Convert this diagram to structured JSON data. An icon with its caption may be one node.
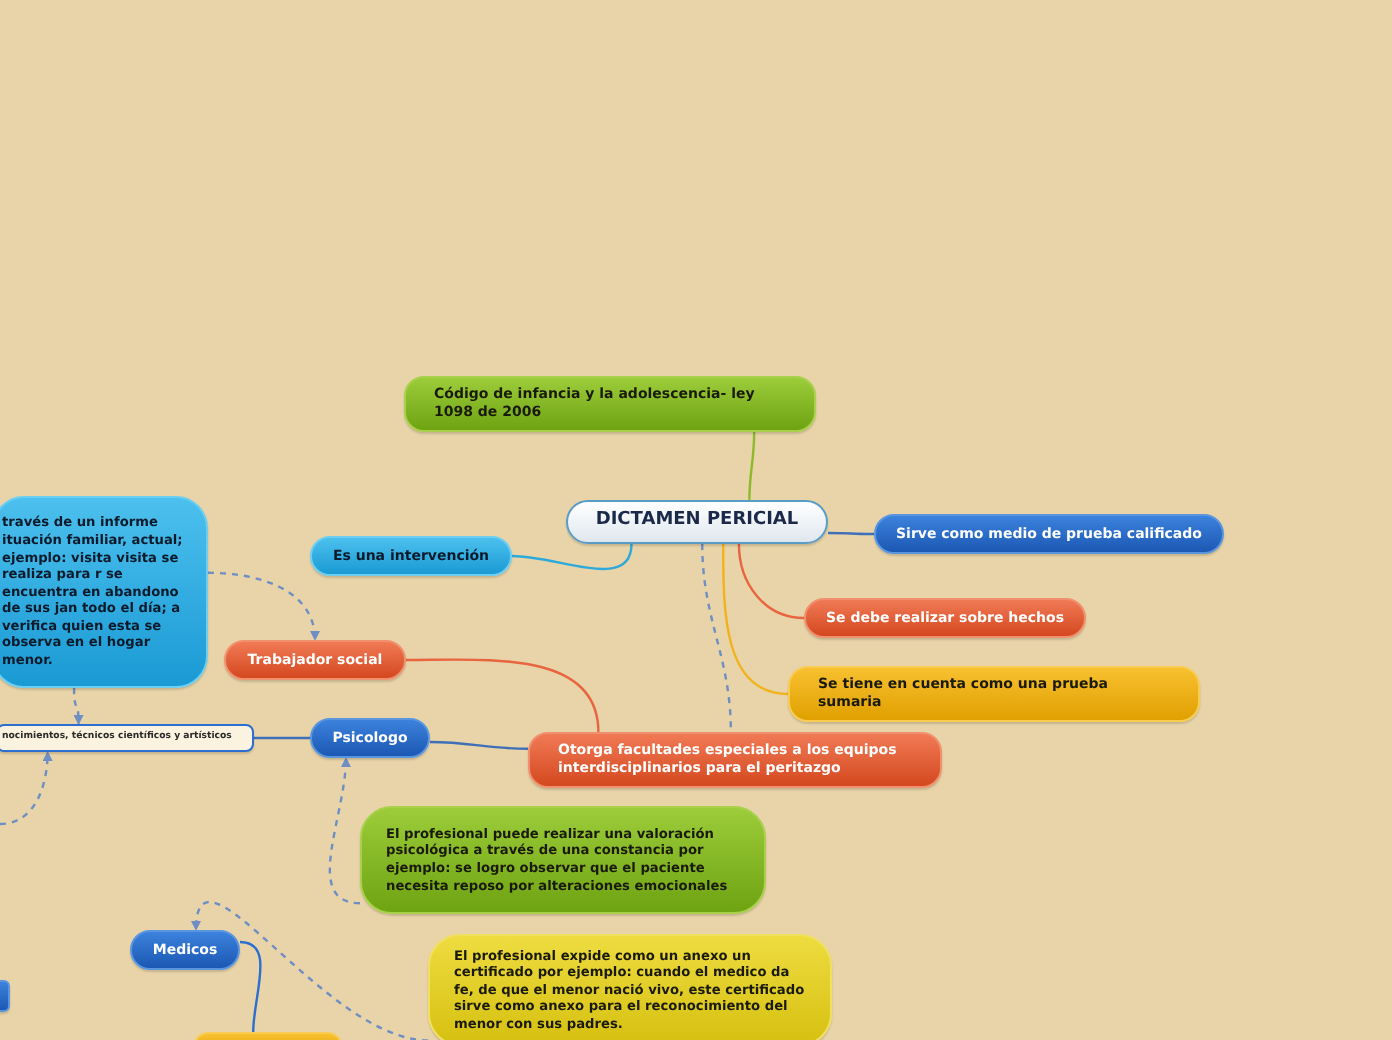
{
  "diagram": {
    "nodes": [
      {
        "text": [
          "DICTAMEN PERICIAL"
        ]
      },
      {
        "text": [
          "Código de infancia y la adolescencia- ley 1098 de 2006"
        ]
      },
      {
        "text": [
          "Sirve como medio de prueba calificado"
        ]
      },
      {
        "text": [
          "Se debe realizar sobre hechos"
        ]
      },
      {
        "text": [
          "Se tiene en cuenta como una prueba sumaria"
        ]
      },
      {
        "text": [
          "Otorga facultades especiales a los equipos interdisciplinarios para el peritazgo"
        ]
      },
      {
        "text": [
          "Es una intervención"
        ]
      },
      {
        "text": [
          "Trabajador social"
        ]
      },
      {
        "text": [
          "Psicologo"
        ]
      },
      {
        "text": [
          "través de un informe ituación familiar, actual; ejemplo: visita visita se realiza para r se encuentra en abandono de sus jan todo el día; a verifica quien esta se observa en el hogar menor."
        ]
      },
      {
        "text": [
          "nocimientos, técnicos científicos y artísticos"
        ]
      },
      {
        "text": [
          "El profesional puede realizar una valoración psicológica a través de una constancia por ejemplo: se logro observar que el paciente necesita reposo por alteraciones emocionales"
        ]
      },
      {
        "text": [
          "Medicos"
        ]
      },
      {
        "text": [
          "El profesional expide como un anexo un certificado por ejemplo: cuando el medico da fe, de que el menor nació vivo, este certificado sirve como anexo para el reconocimiento del menor con sus padres."
        ]
      },
      {
        "text": [],
        "shape": "box"
      },
      {
        "text": [],
        "shape": "box"
      }
    ],
    "edges": [
      {
        "from": 0,
        "to": 1,
        "arrow": "none",
        "color": "#8cba2a"
      },
      {
        "from": 0,
        "to": 2,
        "arrow": "none",
        "color": "#3f6fb8"
      },
      {
        "from": 0,
        "to": 3,
        "arrow": "none",
        "color": "#e8653f"
      },
      {
        "from": 0,
        "to": 4,
        "arrow": "none",
        "color": "#f2b21e"
      },
      {
        "from": 0,
        "to": 6,
        "arrow": "none",
        "color": "#2ea9dc"
      },
      {
        "from": 0,
        "to": 5,
        "arrow": "none",
        "style": "dashed"
      },
      {
        "from": 5,
        "to": 7,
        "arrow": "none",
        "color": "#e8653f"
      },
      {
        "from": 5,
        "to": 8,
        "arrow": "none",
        "color": "#3f6fb8"
      },
      {
        "from": 9,
        "to": 7,
        "arrow": "to",
        "style": "dashed"
      },
      {
        "from": 9,
        "to": 10,
        "arrow": "to",
        "style": "dashed"
      },
      {
        "from": 8,
        "to": 10,
        "arrow": "none",
        "color": "#3f6fb8"
      },
      {
        "from": 11,
        "to": 8,
        "arrow": "to",
        "style": "dashed"
      },
      {
        "from": 13,
        "to": 12,
        "arrow": "to",
        "style": "dashed"
      },
      {
        "from": 12,
        "to": 15,
        "arrow": "none",
        "color": "#2c6fd0"
      },
      {
        "from": null,
        "to": 10,
        "arrow": "to",
        "style": "dashed"
      }
    ]
  }
}
